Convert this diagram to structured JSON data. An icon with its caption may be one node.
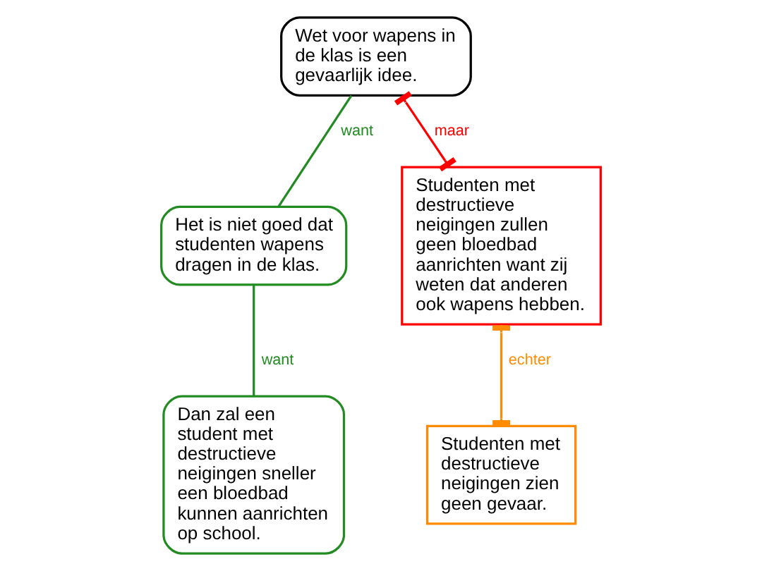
{
  "diagram": {
    "nodes": [
      {
        "text": [
          "Wet voor wapens in de klas is een gevaarlijk idee."
        ]
      },
      {
        "text": [
          "Het is niet goed dat studenten wapens dragen in de klas."
        ]
      },
      {
        "text": [
          "Studenten met destructieve neigingen zullen geen bloedbad aanrichten want zij weten dat anderen ook wapens hebben."
        ]
      },
      {
        "text": [
          "Dan zal een student met destructieve neigingen sneller een bloedbad kunnen aanrichten op school."
        ]
      },
      {
        "text": [
          "Studenten met destructieve neigingen zien geen gevaar."
        ]
      }
    ],
    "edges": [
      {
        "from": 1,
        "to": 0,
        "arrow": "none",
        "label": "want"
      },
      {
        "from": 2,
        "to": 0,
        "arrow": "other",
        "label": "maar",
        "color": "#ff0000"
      },
      {
        "from": 3,
        "to": 1,
        "arrow": "none",
        "label": "want"
      },
      {
        "from": 4,
        "to": 2,
        "arrow": "other",
        "label": "echter",
        "color": "#ff8c00"
      }
    ]
  }
}
